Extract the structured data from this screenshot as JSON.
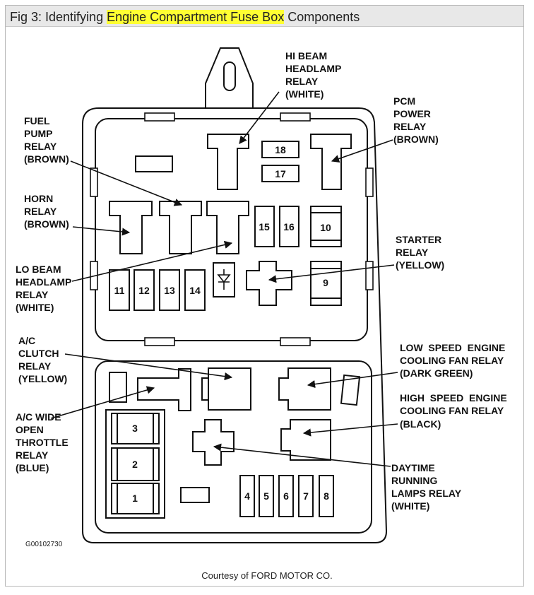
{
  "title": {
    "prefix": "Fig 3: Identifying ",
    "highlight": "Engine Compartment Fuse Box",
    "suffix": " Components"
  },
  "colors": {
    "highlight": "#ffff33",
    "ink": "#111111",
    "titlebar": "#e8e8e8"
  },
  "labels": {
    "hi_beam": [
      "HI BEAM",
      "HEADLAMP",
      "RELAY",
      "(WHITE)"
    ],
    "pcm": [
      "PCM",
      "POWER",
      "RELAY",
      "(BROWN)"
    ],
    "fuel_pump": [
      "FUEL",
      "PUMP",
      "RELAY",
      "(BROWN)"
    ],
    "horn": [
      "HORN",
      "RELAY",
      "(BROWN)"
    ],
    "starter": [
      "STARTER",
      "RELAY",
      "(YELLOW)"
    ],
    "lo_beam": [
      "LO BEAM",
      "HEADLAMP",
      "RELAY",
      "(WHITE)"
    ],
    "ac_clutch": [
      "A/C",
      "CLUTCH",
      "RELAY",
      "(YELLOW)"
    ],
    "low_speed": [
      "LOW  SPEED  ENGINE",
      "COOLING FAN RELAY",
      "(DARK GREEN)"
    ],
    "high_speed": [
      "HIGH  SPEED  ENGINE",
      "COOLING FAN RELAY",
      "(BLACK)"
    ],
    "ac_wide": [
      "A/C WIDE",
      "OPEN",
      "THROTTLE",
      "RELAY",
      "(BLUE)"
    ],
    "daytime": [
      "DAYTIME",
      "RUNNING",
      "LAMPS RELAY",
      "(WHITE)"
    ]
  },
  "fuses": {
    "f1": "1",
    "f2": "2",
    "f3": "3",
    "f4": "4",
    "f5": "5",
    "f6": "6",
    "f7": "7",
    "f8": "8",
    "f9": "9",
    "f10": "10",
    "f11": "11",
    "f12": "12",
    "f13": "13",
    "f14": "14",
    "f15": "15",
    "f16": "16",
    "f17": "17",
    "f18": "18"
  },
  "figure_code": "G00102730",
  "courtesy": "Courtesy of FORD MOTOR CO."
}
